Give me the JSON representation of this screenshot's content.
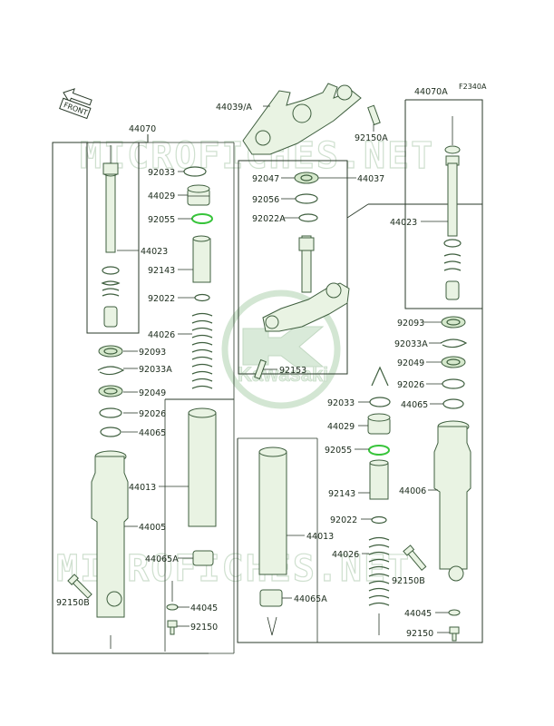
{
  "diagram_code": "F2340A",
  "front_tag": "FRONT",
  "watermark": {
    "text": "MICROFICHES.NET",
    "logo_text": "Kawasaki"
  },
  "colors": {
    "line": "#2a3a2a",
    "part_fill": "#e9f3e3",
    "oring_accent": "#37c43a",
    "watermark": "#cfe0cf"
  },
  "labels": {
    "l44070": "44070",
    "l44070A": "44070A",
    "l44039A": "44039/A",
    "l92150A": "92150A",
    "l44037": "44037",
    "l92047": "92047",
    "l92056": "92056",
    "l92022A": "92022A",
    "l92153": "92153",
    "left_92033": "92033",
    "left_44029": "44029",
    "left_92055": "92055",
    "left_44023": "44023",
    "left_92143": "92143",
    "left_92022": "92022",
    "left_44026": "44026",
    "left_92093": "92093",
    "left_92033A": "92033A",
    "left_92049": "92049",
    "left_92026": "92026",
    "left_44065": "44065",
    "left_44013": "44013",
    "left_44005": "44005",
    "left_44065A": "44065A",
    "left_92150B": "92150B",
    "left_44045": "44045",
    "left_92150": "92150",
    "right_44023": "44023",
    "right_92093": "92093",
    "right_92033A": "92033A",
    "right_92049": "92049",
    "right_92026": "92026",
    "right_44065": "44065",
    "right_92033": "92033",
    "right_44029": "44029",
    "right_92055": "92055",
    "right_44006": "44006",
    "right_92143": "92143",
    "right_44013": "44013",
    "right_92022": "92022",
    "right_44026": "44026",
    "right_92150B": "92150B",
    "right_44065A": "44065A",
    "right_44045": "44045",
    "right_92150": "92150"
  }
}
